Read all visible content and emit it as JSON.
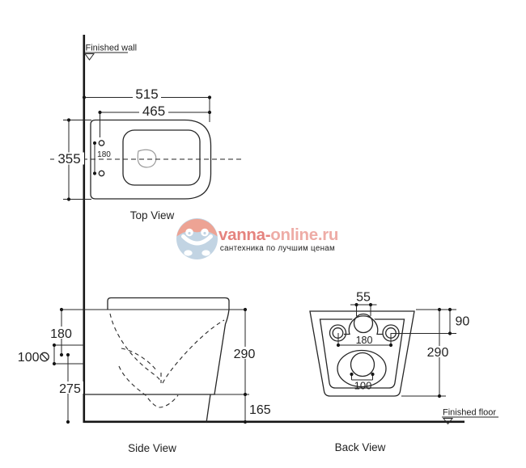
{
  "annotations": {
    "finished_wall": "Finished wall",
    "finished_floor": "Finished floor"
  },
  "views": {
    "top": {
      "label": "Top View",
      "dims": {
        "d515": "515",
        "d465": "465",
        "d355": "355",
        "d180": "180"
      }
    },
    "side": {
      "label": "Side View",
      "dims": {
        "d180": "180",
        "d100": "100",
        "d275": "275",
        "d290": "290",
        "d165": "165"
      }
    },
    "back": {
      "label": "Back View",
      "dims": {
        "d55": "55",
        "d90": "90",
        "d290": "290",
        "d180": "180",
        "d100": "100"
      }
    }
  },
  "watermark": {
    "brand_first": "vanna-",
    "brand_second": "online.ru",
    "tagline": "сантехника по лучшим ценам",
    "colors": {
      "first": "#e5837e",
      "second": "#eeaca6",
      "tagline": "#a6c2d7",
      "icon_top": "#eda394",
      "icon_bottom": "#c2d4e3"
    }
  }
}
